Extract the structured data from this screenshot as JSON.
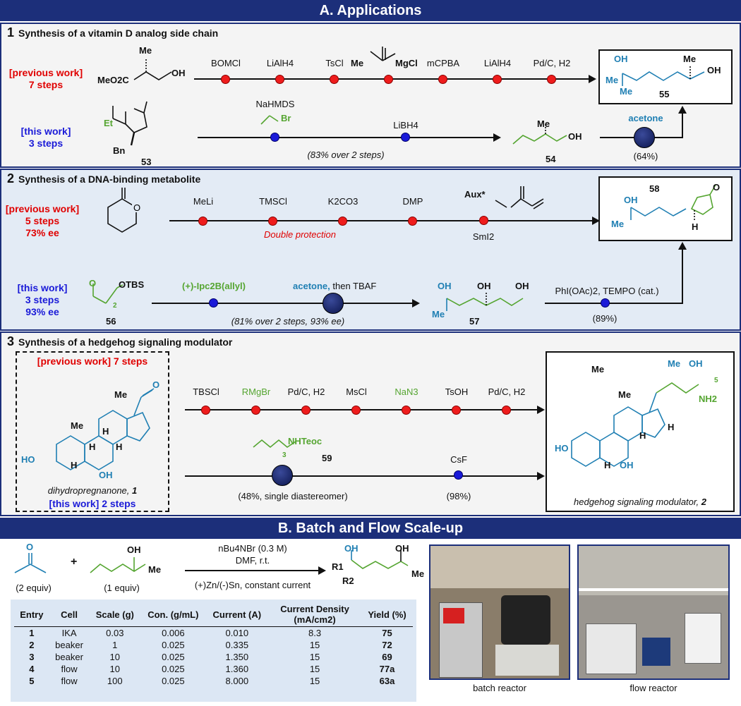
{
  "section_a_title": "A. Applications",
  "section_b_title": "B. Batch and Flow Scale-up",
  "p1": {
    "num": "1",
    "title": "Synthesis of a vitamin D analog side chain",
    "prev_label": "[previous work]",
    "prev_steps": "7 steps",
    "this_label": "[this work]",
    "this_steps": "3 steps",
    "prev_reagents": [
      "BOMCl",
      "LiAlH4",
      "TsCl",
      "",
      "mCPBA",
      "LiAlH4",
      "Pd/C, H2"
    ],
    "grignard_label": "MgCl",
    "grignard_me": "Me",
    "r1": "NaHMDS",
    "r1_br": "Br",
    "r2": "LiBH4",
    "yield_note": "(83% over 2 steps)",
    "acetone": "acetone",
    "yield_final": "(64%)",
    "cmpd_53": "53",
    "cmpd_54": "54",
    "cmpd_55": "55",
    "sm_me": "Me",
    "sm_ester": "MeO2C",
    "sm_oh": "OH",
    "bn": "Bn",
    "et": "Et",
    "p55_oh": "OH",
    "p55_me1": "Me",
    "p55_me2": "Me",
    "p55_me3": "Me",
    "p55_oh2": "OH",
    "p54_me": "Me",
    "p54_oh": "OH"
  },
  "p2": {
    "num": "2",
    "title": "Synthesis of a DNA-binding metabolite",
    "prev_label": "[previous work]",
    "prev_steps": "5 steps",
    "prev_ee": "73% ee",
    "this_label": "[this work]",
    "this_steps": "3 steps",
    "this_ee": "93% ee",
    "prev_reagents": [
      "MeLi",
      "TMSCl",
      "K2CO3",
      "DMP"
    ],
    "aux": "Aux*",
    "smi2": "SmI2",
    "double_protection": "Double protection",
    "ipc": "(+)-Ipc2B(allyl)",
    "acetone": "acetone,",
    "then_tbaf": "then TBAF",
    "yield_note": "(81% over 2 steps, 93% ee)",
    "oxid": "PhI(OAc)2, TEMPO (cat.)",
    "yield_final": "(89%)",
    "cmpd_56": "56",
    "cmpd_57": "57",
    "cmpd_58": "58",
    "otbs": "OTBS",
    "p58_oh": "OH",
    "p58_me": "Me",
    "p58_h": "H",
    "p57_oh": "OH",
    "p57_me": "Me"
  },
  "p3": {
    "num": "3",
    "title": "Synthesis of a hedgehog signaling modulator",
    "prev_label": "[previous work] 7 steps",
    "this_label": "[this work] 2 steps",
    "sm_name": "dihydropregnanone, ",
    "sm_num": "1",
    "prev_reagents": [
      "TBSCl",
      "RMgBr",
      "Pd/C, H2",
      "MsCl",
      "NaN3",
      "TsOH",
      "Pd/C, H2"
    ],
    "nhteoc": "NHTeoc",
    "cmpd_59": "59",
    "csf": "CsF",
    "yield_note": "(48%, single diastereomer)",
    "yield_final": "(98%)",
    "prod_name": "hedgehog signaling modulator, ",
    "prod_num": "2",
    "ho": "HO",
    "oh": "OH",
    "h": "H",
    "me": "Me",
    "o": "O",
    "nh2": "NH2"
  },
  "b": {
    "equiv_ketone": "(2 equiv)",
    "equiv_alcohol": "(1 equiv)",
    "plus": "+",
    "cond1": "nBu4NBr (0.3 M)",
    "cond2": "DMF, r.t.",
    "cond3": "(+)Zn/(-)Sn, constant current",
    "r1": "R1",
    "r2": "R2",
    "oh": "OH",
    "me": "Me",
    "photo1_caption": "batch reactor",
    "photo2_caption": "flow reactor",
    "table_headers": [
      "Entry",
      "Cell",
      "Scale (g)",
      "Con. (g/mL)",
      "Current (A)",
      "Current Density (mA/cm2)",
      "Yield (%)"
    ],
    "rows": [
      [
        "1",
        "IKA",
        "0.03",
        "0.006",
        "0.010",
        "8.3",
        "75"
      ],
      [
        "2",
        "beaker",
        "1",
        "0.025",
        "0.335",
        "15",
        "72"
      ],
      [
        "3",
        "beaker",
        "10",
        "0.025",
        "1.350",
        "15",
        "69"
      ],
      [
        "4",
        "flow",
        "10",
        "0.025",
        "1.360",
        "15",
        "77a"
      ],
      [
        "5",
        "flow",
        "100",
        "0.025",
        "8.000",
        "15",
        "63a"
      ]
    ]
  }
}
